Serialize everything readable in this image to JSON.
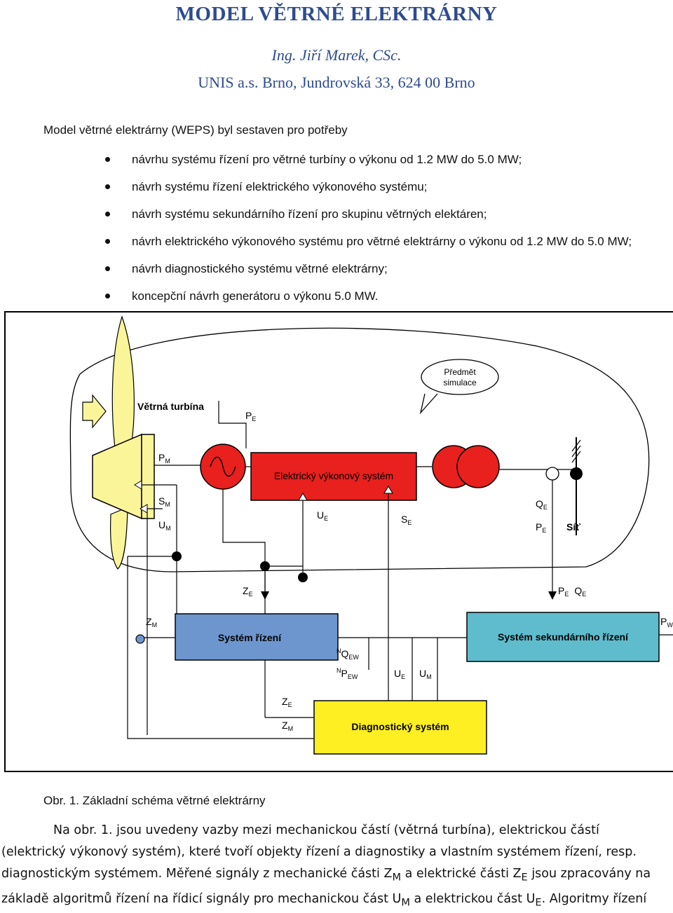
{
  "header": {
    "title": "MODEL VĚTRNÉ ELEKTRÁRNY",
    "author": "Ing. Jiří Marek, CSc.",
    "address": "UNIS a.s. Brno, Jundrovská 33, 624 00 Brno"
  },
  "intro": "Model větrné elektrárny (WEPS) byl sestaven pro potřeby",
  "bullets": [
    "návrhu systému řízení pro větrné turbíny o výkonu od 1.2 MW do 5.0 MW;",
    "návrh systému řízení elektrického výkonového systému;",
    "návrh systému sekundárního řízení pro skupinu větrných elektáren;",
    "návrh elektrického výkonového systému pro větrné elektrárny o výkonu od 1.2 MW do 5.0 MW;",
    "návrh diagnostického systému větrné elektrárny;",
    "koncepční návrh generátoru o výkonu 5.0 MW."
  ],
  "diagram": {
    "bubble": [
      "Předmět",
      "simulace"
    ],
    "turbine_label": "Větrná turbína",
    "power_system": "Elektrický výkonový systém",
    "control_system": "Systém řízení",
    "secondary_system": "Systém sekundárního řízení",
    "diagnostic_system": "Diagnostický systém",
    "grid_label": "Síť",
    "colors": {
      "turbine": "#fbf59a",
      "power_system": "#e8201e",
      "control_system": "#6d96cf",
      "secondary_system": "#5fbccd",
      "diagnostic_system": "#fdef21"
    },
    "signals": {
      "P": "P",
      "S": "S",
      "U": "U",
      "Q": "Q",
      "Z": "Z",
      "N": "N",
      "sub_E": "E",
      "sub_M": "M",
      "sub_EW": "EW",
      "partial": "P"
    }
  },
  "caption": "Obr. 1. Základní schéma větrné elektrárny",
  "paragraph": {
    "l1": "Na obr. 1. jsou uvedeny vazby mezi mechanickou částí (větrná turbína), elektrickou částí",
    "l2": "(elektrický výkonový systém), které tvoří objekty řízení a diagnostiky a vlastním systémem řízení, resp.",
    "l3a": "diagnostickým systémem. Měřené signály z mechanické části Z",
    "l3b": " a elektrické části Z",
    "l3c": " jsou zpracovány na",
    "l4a": "základě algoritmů řízení na řídicí signály pro mechanickou část U",
    "l4b": " a elektrickou část U",
    "l4c": ". Algoritmy řízení"
  }
}
